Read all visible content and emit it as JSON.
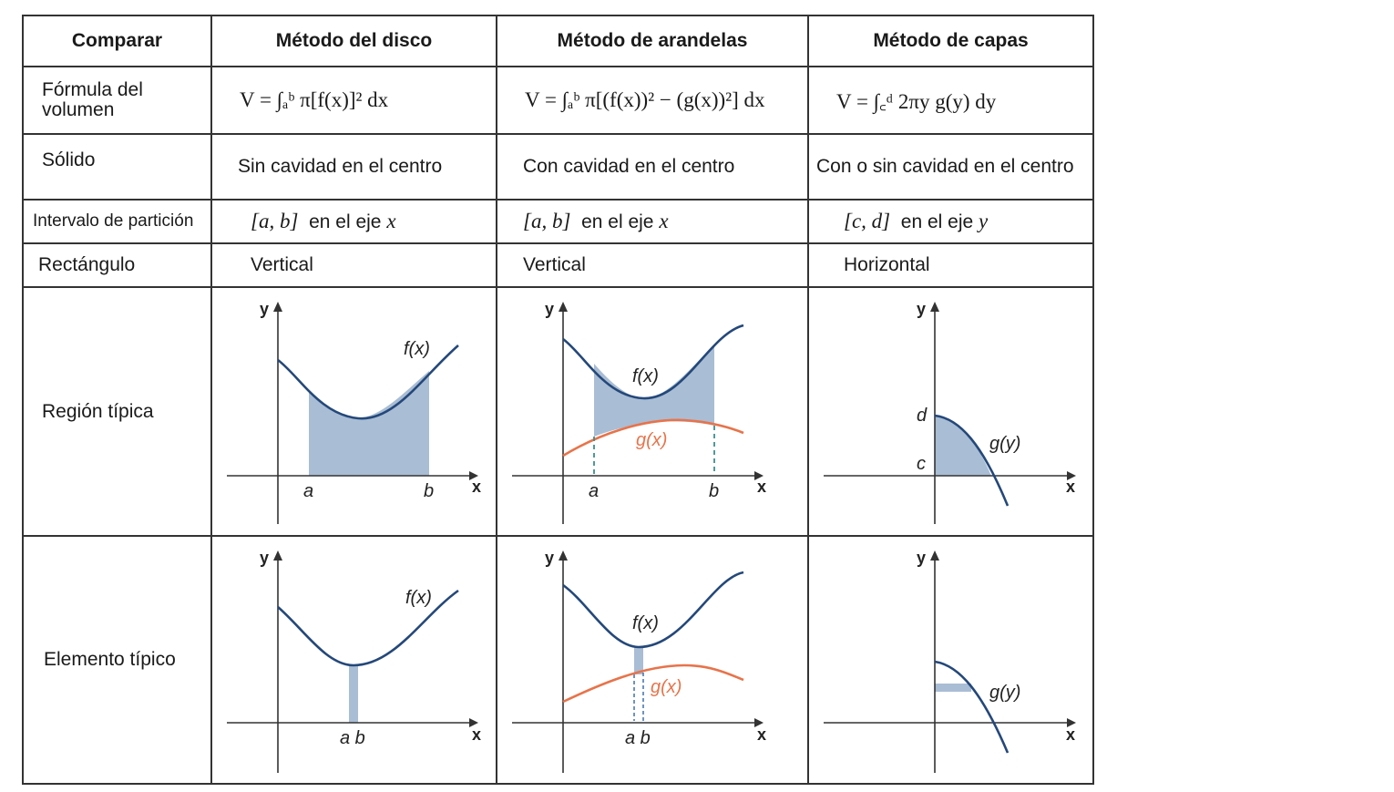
{
  "headers": [
    "Comparar",
    "Método del disco",
    "Método de arandelas",
    "Método de capas"
  ],
  "rows": {
    "formula": {
      "label_line1": "Fórmula del",
      "label_line2": "volumen",
      "disk": "V = ∫ₐᵇ π[f(x)]² dx",
      "washer": "V = ∫ₐᵇ π[(f(x))² − (g(x))²] dx",
      "shell": "V = ∫꜀ᵈ 2πy g(y) dy"
    },
    "solid": {
      "label": "Sólido",
      "disk": "Sin cavidad en el centro",
      "washer": "Con cavidad en el centro",
      "shell": "Con o sin cavidad en el centro"
    },
    "interval": {
      "label": "Intervalo de partición",
      "disk_interval": "[a, b]",
      "disk_text": "en el eje",
      "disk_axis": "x",
      "washer_interval": "[a, b]",
      "washer_text": "en el eje",
      "washer_axis": "x",
      "shell_interval": "[c, d]",
      "shell_text": "en el eje",
      "shell_axis": "y"
    },
    "rectangle": {
      "label": "Rectángulo",
      "disk": "Vertical",
      "washer": "Vertical",
      "shell": "Horizontal"
    },
    "region": {
      "label": "Región típica"
    },
    "element": {
      "label": "Elemento típico"
    }
  },
  "graph_labels": {
    "x_axis": "x",
    "y_axis": "y",
    "f": "f(x)",
    "g": "g(x)",
    "gy": "g(y)",
    "a": "a",
    "b": "b",
    "ab": "a b",
    "c": "c",
    "d": "d"
  },
  "colors": {
    "curve_f": "#24487a",
    "curve_g": "#e8734a",
    "region_fill": "#a9bdd4",
    "border": "#333333"
  }
}
